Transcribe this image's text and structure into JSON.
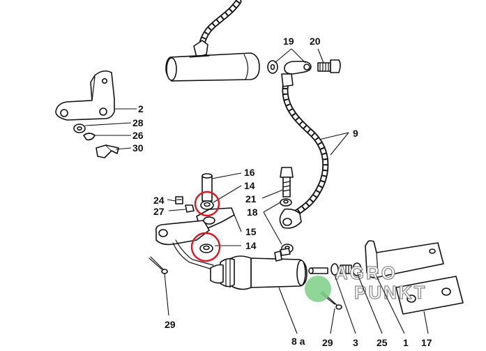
{
  "diagram": {
    "callouts": {
      "c19": "19",
      "c20": "20",
      "c2": "2",
      "c28": "28",
      "c26": "26",
      "c30": "30",
      "c9": "9",
      "c16": "16",
      "c14a": "14",
      "c24": "24",
      "c21": "21",
      "c27": "27",
      "c18": "18",
      "c15": "15",
      "c14b": "14",
      "c29a": "29",
      "c8a": "8 a",
      "c29b": "29",
      "c3": "3",
      "c25": "25",
      "c1": "1",
      "c17": "17"
    },
    "highlight_color": "#e0141e",
    "watermark": {
      "line1": "AGRO",
      "line2": "PUNKT",
      "logo_color": "#7ccf86"
    }
  }
}
